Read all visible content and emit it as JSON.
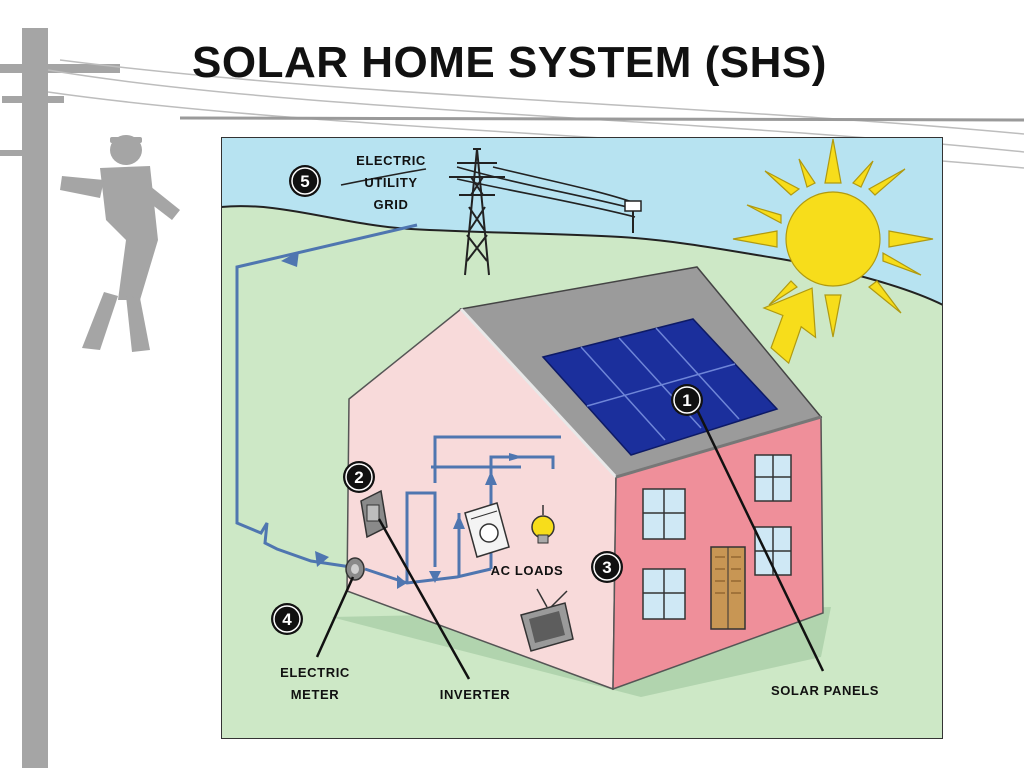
{
  "title": "SOLAR HOME SYSTEM (SHS)",
  "components": [
    {
      "number": "1",
      "label": "SOLAR PANELS"
    },
    {
      "number": "2",
      "label": "INVERTER"
    },
    {
      "number": "3",
      "label": "AC LOADS"
    },
    {
      "number": "4",
      "label_line1": "ELECTRIC",
      "label_line2": "METER"
    },
    {
      "number": "5",
      "label_line1": "ELECTRIC",
      "label_line2": "UTILITY",
      "label_line3": "GRID"
    }
  ],
  "colors": {
    "sky": "#b7e3f1",
    "grass": "#cde8c6",
    "house_side": "#f8dada",
    "house_front": "#ef8f9a",
    "roof": "#9b9b9b",
    "panel": "#1b2f9c",
    "sun": "#f7dd1b",
    "wire": "#4f76b0",
    "badge": "#111111"
  },
  "icons": [
    "lineworker-silhouette-icon",
    "transmission-tower-icon",
    "sun-icon",
    "washing-machine-icon",
    "light-bulb-icon",
    "television-icon",
    "electric-meter-icon",
    "inverter-icon"
  ]
}
